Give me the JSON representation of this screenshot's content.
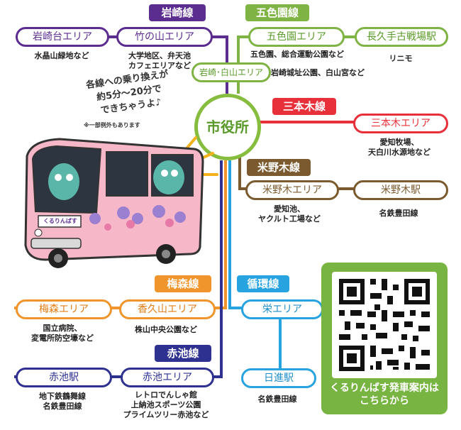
{
  "hub": {
    "label": "市役所"
  },
  "lines": {
    "iwasaki": {
      "name": "岩崎線",
      "color": "#5b2d8e"
    },
    "goshikien": {
      "name": "五色園線",
      "color": "#7fb344"
    },
    "sanbongi": {
      "name": "三本木線",
      "color": "#e8303a"
    },
    "komenoki": {
      "name": "米野木線",
      "color": "#7a5a2e"
    },
    "umemori": {
      "name": "梅森線",
      "color": "#f0952b"
    },
    "junkan": {
      "name": "循環線",
      "color": "#27a3e0"
    },
    "akaike": {
      "name": "赤池線",
      "color": "#2e3190"
    }
  },
  "stops": {
    "iwasakidai": {
      "label": "岩崎台エリア",
      "desc": [
        "水晶山緑地など"
      ]
    },
    "takenoyama": {
      "label": "竹の山エリア",
      "desc": [
        "大学地区、弁天池",
        "カフェエリアなど"
      ]
    },
    "iwasaki_hakusan": {
      "label": "岩崎･白山エリア",
      "desc": [
        "岩崎城址公園、白山宮など"
      ]
    },
    "goshikien": {
      "label": "五色園エリア",
      "desc": [
        "五色園、総合運動公園など"
      ]
    },
    "nagakute": {
      "label": "長久手古戦場駅",
      "desc": [
        "リニモ"
      ]
    },
    "sanbongi": {
      "label": "三本木エリア",
      "desc": [
        "愛知牧場、",
        "天白川水源地など"
      ]
    },
    "komenoki_area": {
      "label": "米野木エリア",
      "desc": [
        "愛知池、",
        "ヤクルト工場など"
      ]
    },
    "komenoki_eki": {
      "label": "米野木駅",
      "desc": [
        "名鉄豊田線"
      ]
    },
    "umemori": {
      "label": "梅森エリア",
      "desc": [
        "国立病院、",
        "変電所防空壕など"
      ]
    },
    "kaguyama": {
      "label": "香久山エリア",
      "desc": [
        "株山中央公園など"
      ]
    },
    "sakae": {
      "label": "栄エリア"
    },
    "nisshin": {
      "label": "日進駅",
      "desc": [
        "名鉄豊田線"
      ]
    },
    "akaike_eki": {
      "label": "赤池駅",
      "desc": [
        "地下鉄鶴舞線",
        "名鉄豊田線"
      ]
    },
    "akaike_area": {
      "label": "赤池エリア",
      "desc": [
        "レトロでんしゃ館",
        "上納池スポーツ公園",
        "プライムツリー赤池など"
      ]
    }
  },
  "note": {
    "handwritten": [
      "各線への乗り換えが",
      "約5分～20分で",
      "できちゃうよ♪"
    ],
    "small": "※一部例外もあります"
  },
  "bus": {
    "sign": "くるりんばす"
  },
  "qr": {
    "caption": [
      "くるりんばす発車案内は",
      "こちらから"
    ]
  }
}
